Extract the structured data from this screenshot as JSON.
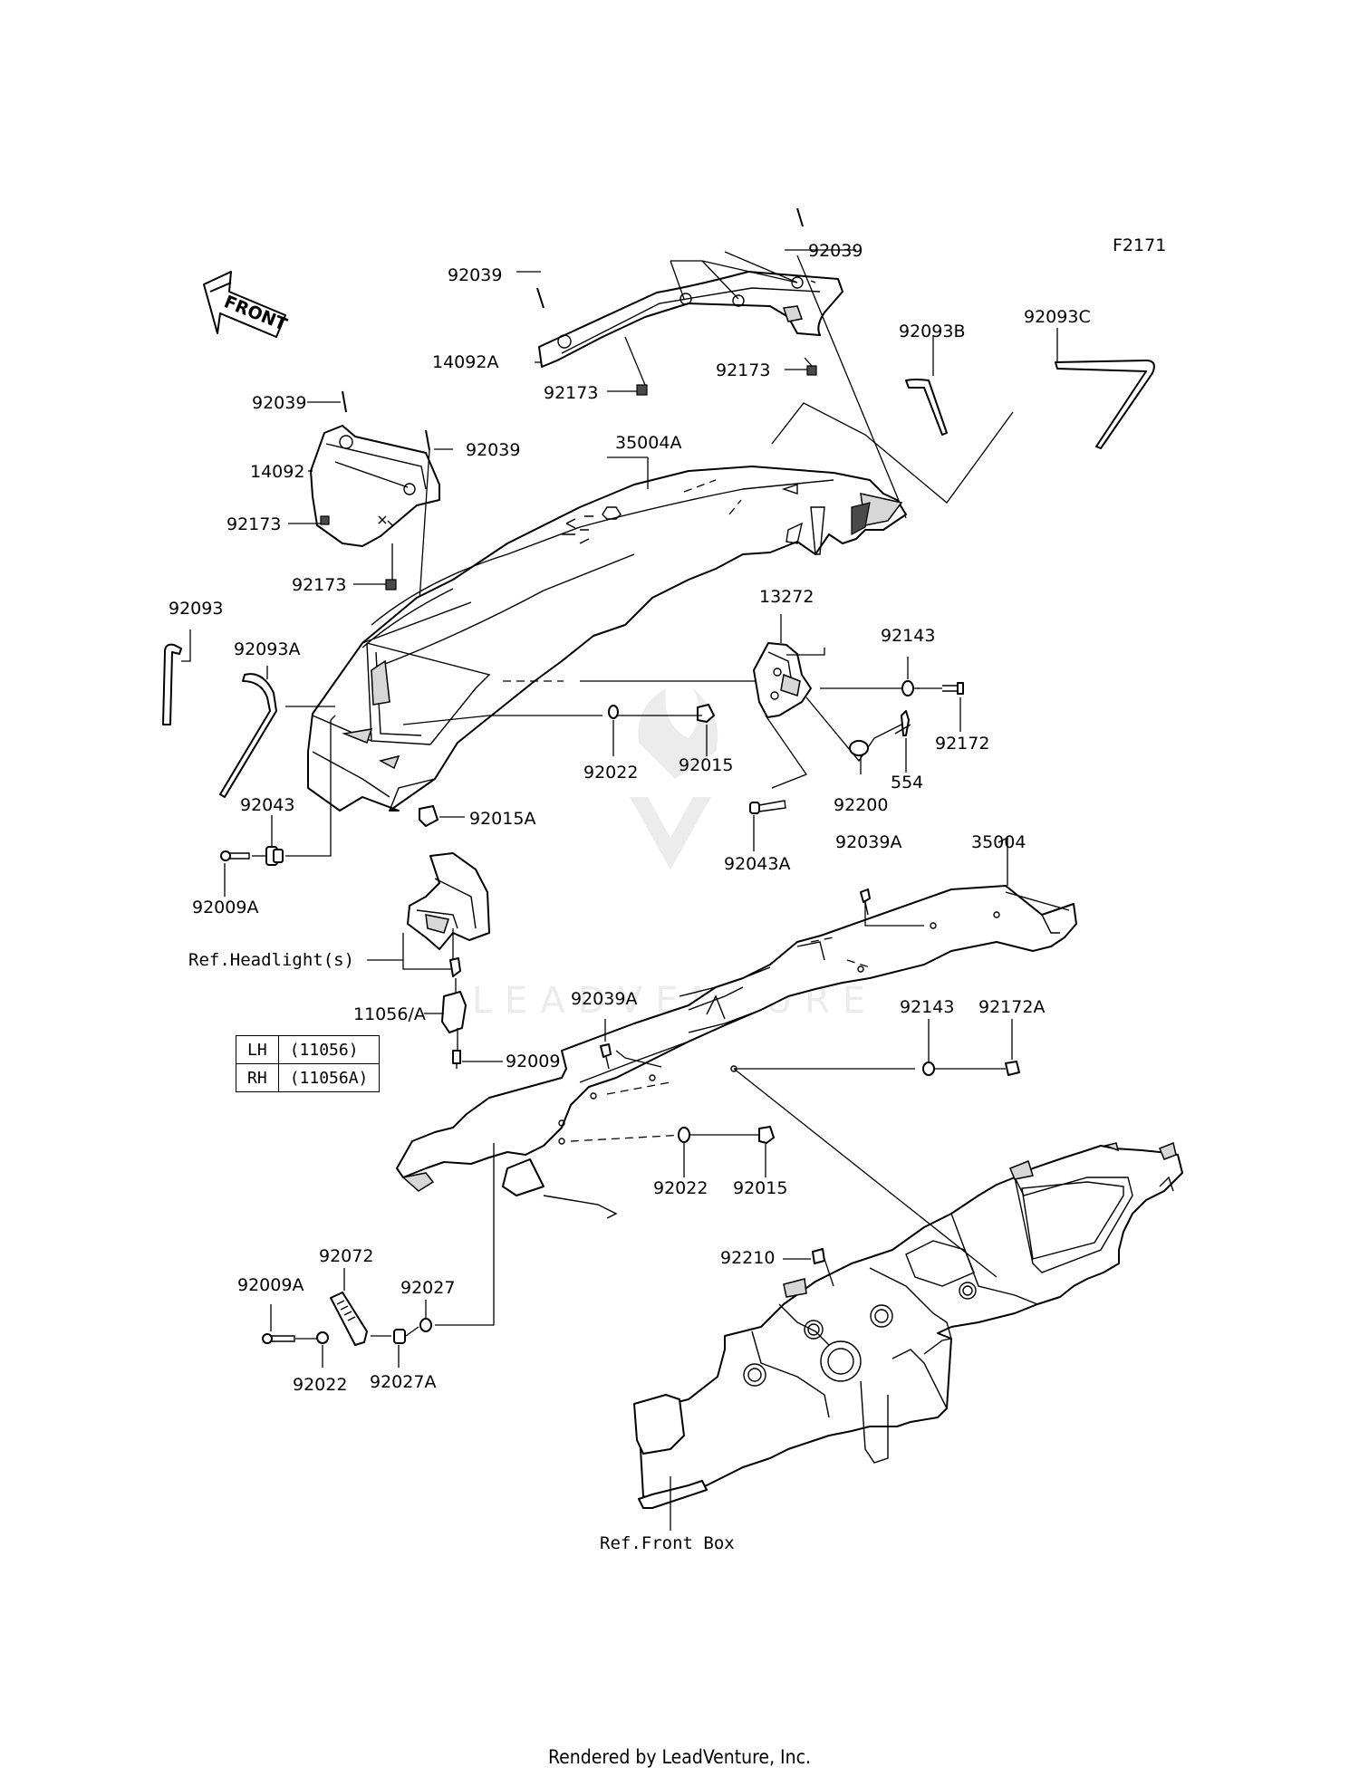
{
  "figure_code": "F2171",
  "front_arrow_label": "FRONT",
  "labels": {
    "p92039_top": "92039",
    "p92039_a": "92039",
    "p14092A": "14092A",
    "p92173_a": "92173",
    "p92173_b": "92173",
    "p92093B": "92093B",
    "p92093C": "92093C",
    "p92039_b": "92039",
    "p92039_c": "92039",
    "p35004A": "35004A",
    "p14092": "14092",
    "p92173_c": "92173",
    "p92173_d": "92173",
    "p92093": "92093",
    "p92093A": "92093A",
    "p13272": "13272",
    "p92143_a": "92143",
    "p92022_a": "92022",
    "p92015_a": "92015",
    "p92172": "92172",
    "p554": "554",
    "p92200": "92200",
    "p92043": "92043",
    "p92015A": "92015A",
    "p92009A_a": "92009A",
    "p92043A": "92043A",
    "p92039A_a": "92039A",
    "p35004": "35004",
    "ref_headlight": "Ref.Headlight(s)",
    "p11056A": "11056/A",
    "p92039A_b": "92039A",
    "p92143_b": "92143",
    "p92172A": "92172A",
    "p92009": "92009",
    "p92022_b": "92022",
    "p92015_b": "92015",
    "p92072": "92072",
    "p92009A_b": "92009A",
    "p92027": "92027",
    "p92210": "92210",
    "p92022_c": "92022",
    "p92027A": "92027A",
    "ref_front_box": "Ref.Front Box"
  },
  "side_table": [
    {
      "side": "LH",
      "part": "(11056)"
    },
    {
      "side": "RH",
      "part": "(11056A)"
    }
  ],
  "footer": "Rendered by LeadVenture, Inc."
}
